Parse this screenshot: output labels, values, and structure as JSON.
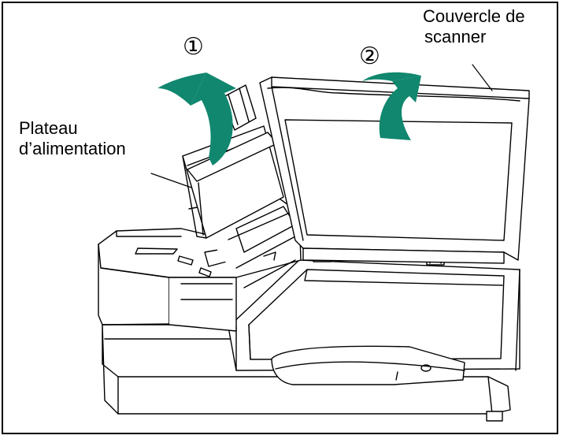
{
  "callouts": {
    "step_1": "①",
    "step_2": "②",
    "cover_label_line1": "Couvercle de",
    "cover_label_line2": "scanner",
    "tray_label_line1": "Plateau",
    "tray_label_line2": "d’alimentation"
  },
  "colors": {
    "arrow": "#10876e",
    "line": "#000000",
    "background": "#ffffff"
  },
  "icons": [
    "curved-arrow-icon"
  ]
}
